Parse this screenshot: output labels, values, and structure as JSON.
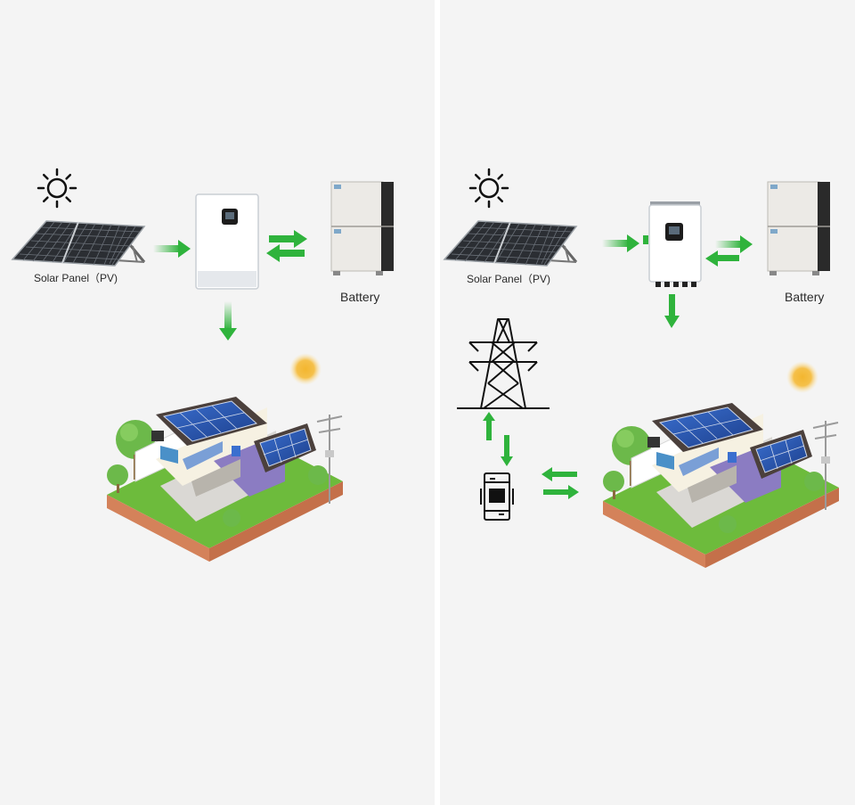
{
  "left": {
    "solar_panel_label": "Solar Panel（PV)",
    "battery_label": "Battery"
  },
  "right": {
    "solar_panel_label": "Solar Panel（PV)",
    "battery_label": "Battery"
  },
  "colors": {
    "arrow_green": "#2fb33c",
    "background": "#f4f4f4",
    "divider": "#ffffff",
    "sun_glow": "#f2b42c",
    "grass": "#6dbb3c",
    "soil": "#d4825a"
  },
  "icons": [
    "sun-icon",
    "solar-panel-icon",
    "inverter-icon",
    "battery-icon",
    "house-icon",
    "pylon-icon",
    "meter-icon",
    "arrow-icon"
  ]
}
